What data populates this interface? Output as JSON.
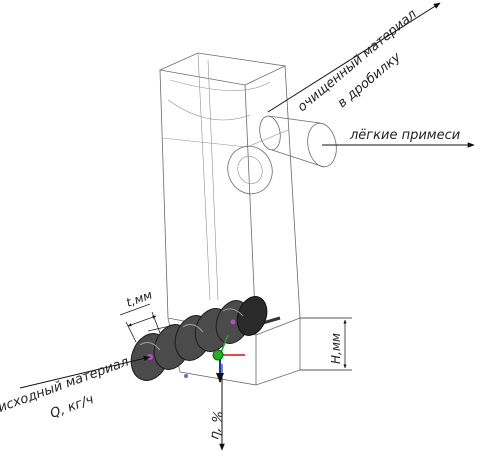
{
  "labels": {
    "cleaned_material_line1": "очищенный материал",
    "cleaned_material_line2": "в дробилку",
    "light_impurities": "лёгкие примеси",
    "source_material": "исходный материал",
    "flow_rate": "Q, кг/ч",
    "pitch": "t,мм",
    "height": "H,мм",
    "efficiency": "η, %"
  },
  "colors": {
    "line": "#6a6a6a",
    "text": "#222222",
    "blade": "#4b4b4b",
    "axis_x": "#d01010",
    "axis_y": "#20a020",
    "axis_z": "#1030d0"
  }
}
